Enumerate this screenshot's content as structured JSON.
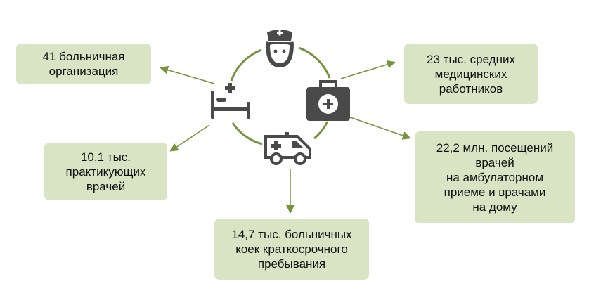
{
  "stats": [
    {
      "lines": [
        "41 больничная",
        "организация"
      ]
    },
    {
      "lines": [
        "23 тыс. средних",
        "медицинских",
        "работников"
      ]
    },
    {
      "lines": [
        "10,1 тыс.",
        "практикующих",
        "врачей"
      ]
    },
    {
      "lines": [
        "22,2 млн. посещений",
        "врачей",
        "на амбулаторном",
        "приеме и врачами",
        "на дому"
      ]
    },
    {
      "lines": [
        "14,7 тыс. больничных",
        "коек краткосрочного",
        "пребывания"
      ]
    }
  ],
  "colors": {
    "box": "#d9e4c5",
    "accent": "#77933c",
    "icon": "#4a4a4a"
  }
}
